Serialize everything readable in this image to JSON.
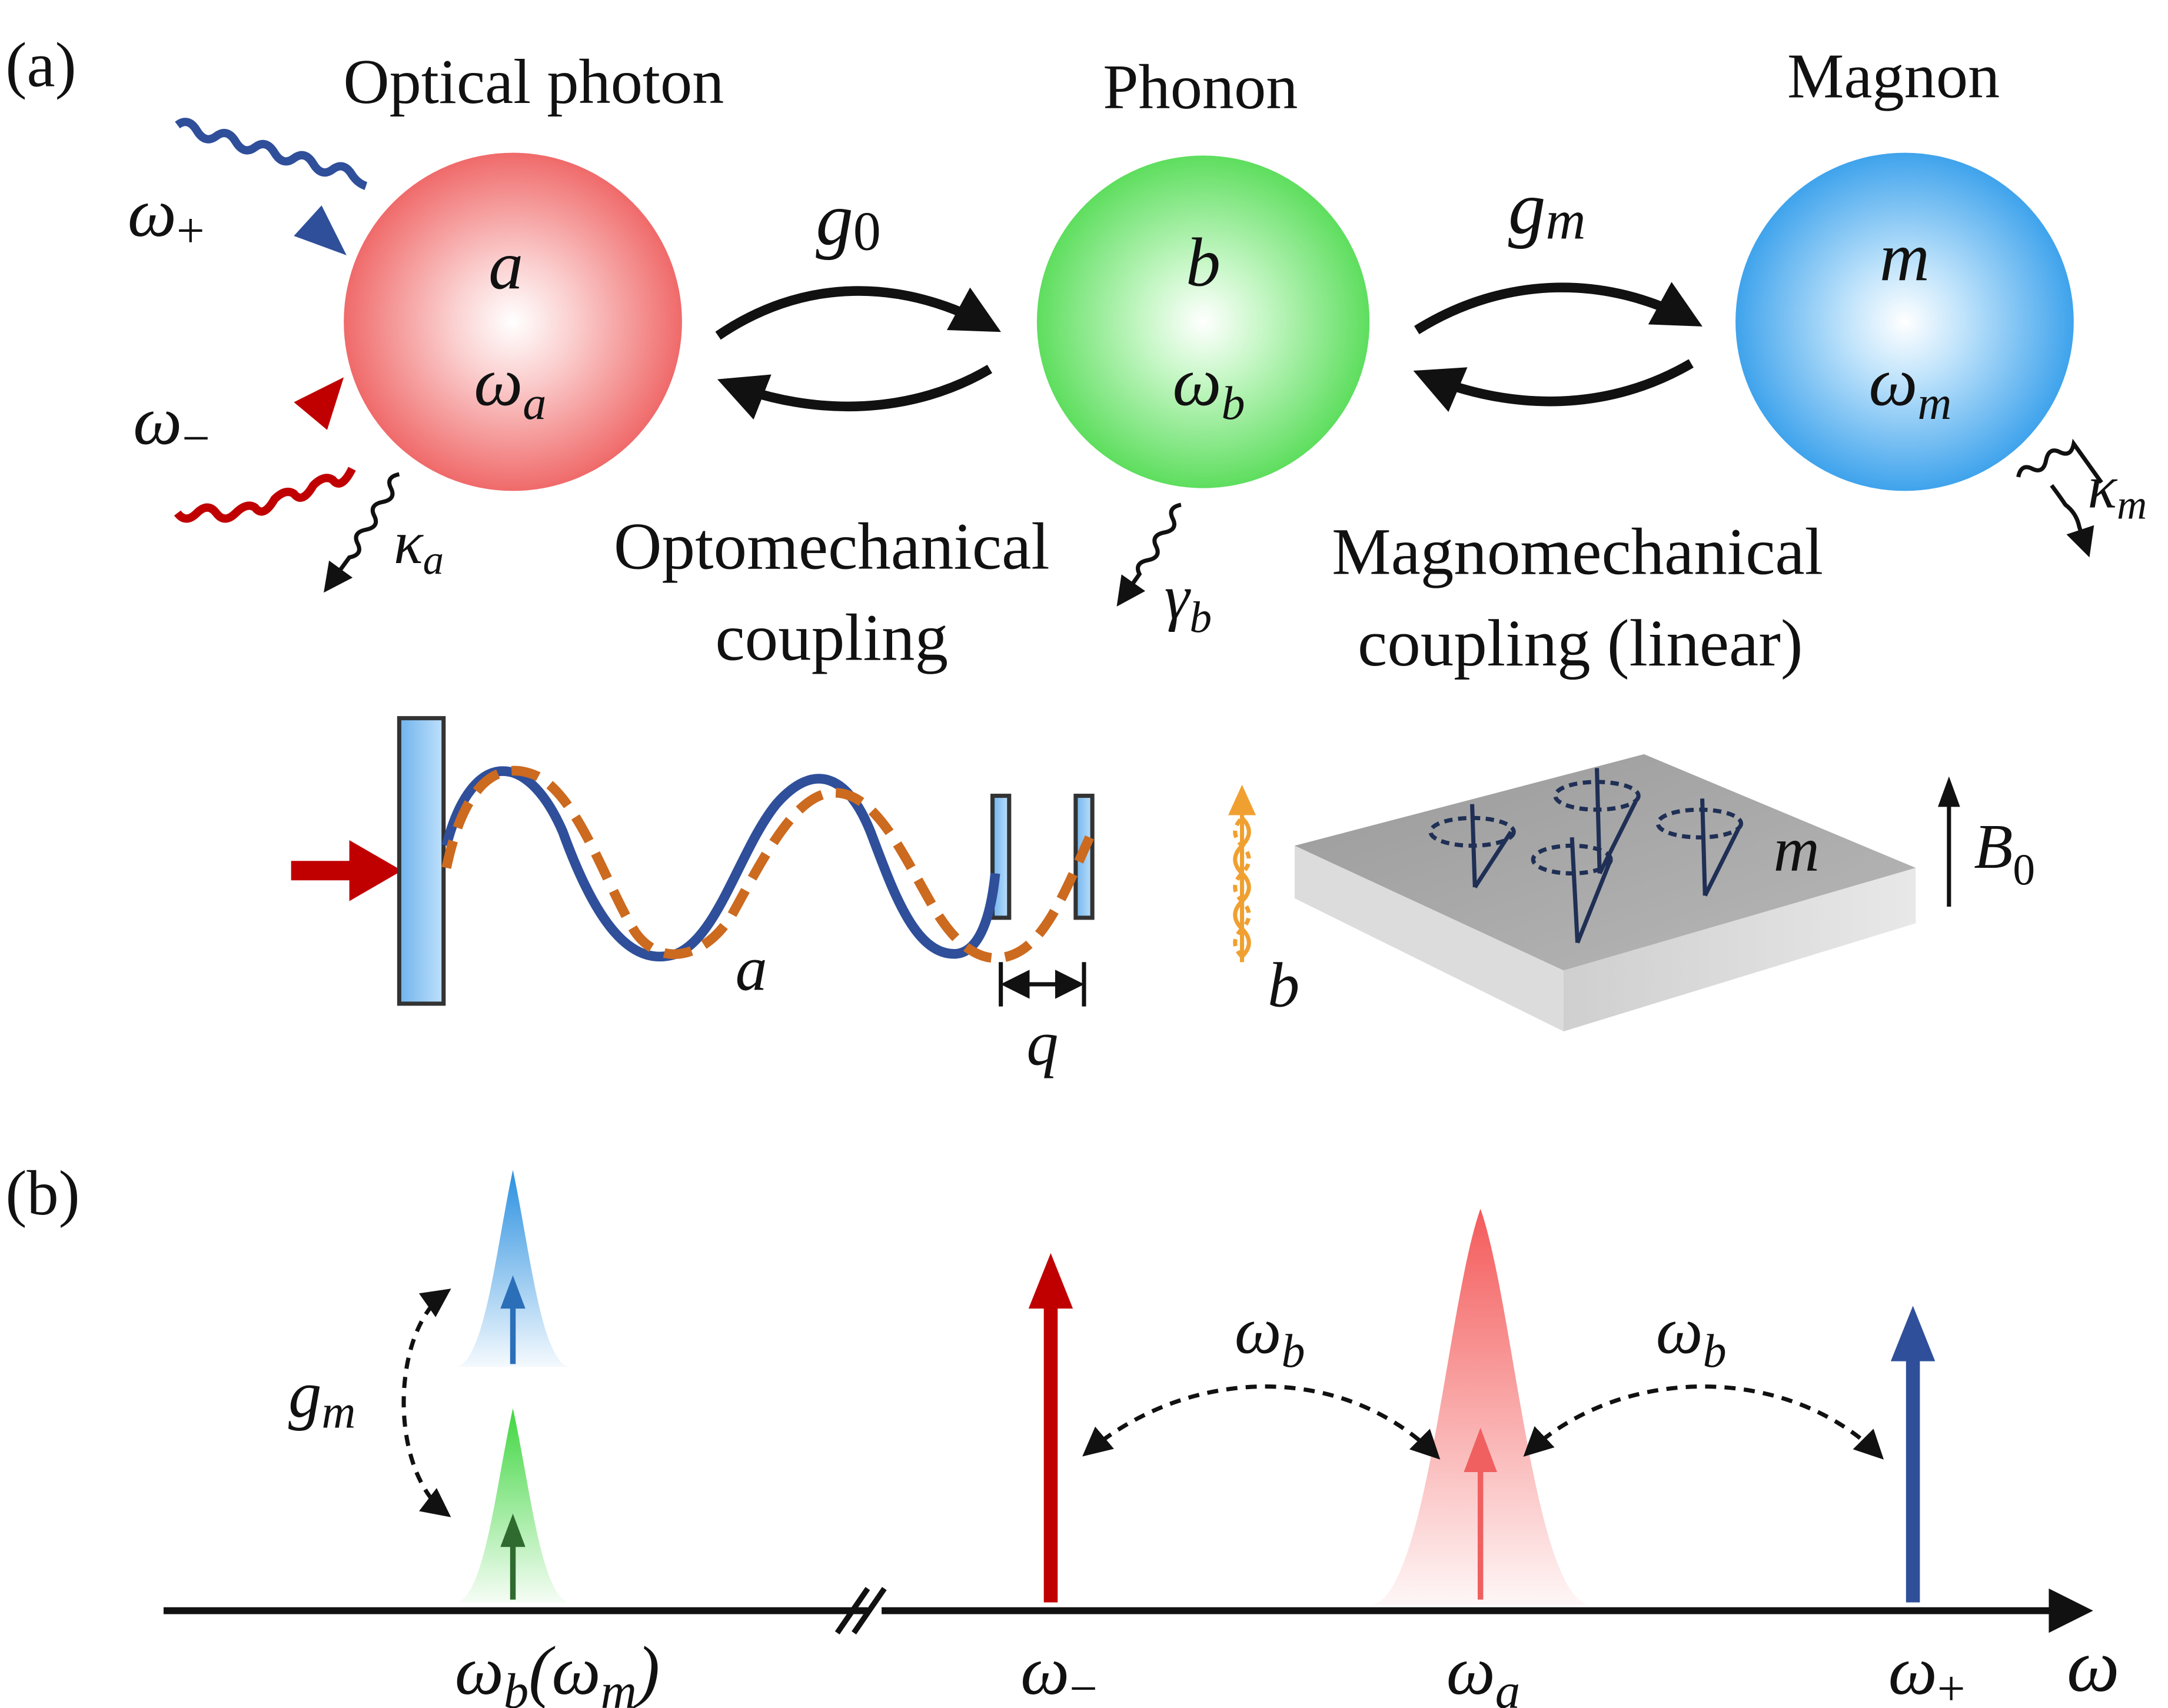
{
  "panel_a": {
    "label": "(a)",
    "modes": [
      {
        "title": "Optical photon",
        "operator": "a",
        "frequency_base": "ω",
        "frequency_sub": "a",
        "loss_base": "κ",
        "loss_sub": "a",
        "color": "#f07070"
      },
      {
        "title": "Phonon",
        "operator": "b",
        "frequency_base": "ω",
        "frequency_sub": "b",
        "loss_base": "γ",
        "loss_sub": "b",
        "color": "#66dd66"
      },
      {
        "title": "Magnon",
        "operator": "m",
        "frequency_base": "ω",
        "frequency_sub": "m",
        "loss_base": "κ",
        "loss_sub": "m",
        "color": "#44aaee"
      }
    ],
    "drives": [
      {
        "base": "ω",
        "sub": "+",
        "color": "#2f4f9a"
      },
      {
        "base": "ω",
        "sub": "−",
        "color": "#c00000"
      }
    ],
    "couplings": [
      {
        "base": "g",
        "sub": "0",
        "line1": "Optomechanical",
        "line2": "coupling"
      },
      {
        "base": "g",
        "sub": "m",
        "line1": "Magnomechanical",
        "line2": "coupling (linear)"
      }
    ],
    "schematic": {
      "cavity_mode": "a",
      "displacement": "q",
      "phonon": "b",
      "magnon": "m",
      "field_base": "B",
      "field_sub": "0"
    }
  },
  "panel_b": {
    "label": "(b)",
    "axis_symbol": "ω",
    "coupling_base": "g",
    "coupling_sub": "m",
    "spacing_base": "ω",
    "spacing_sub": "b",
    "tick_low": {
      "base": "ω",
      "sub1": "b",
      "paren_base": "(ω",
      "sub2": "m",
      "close": ")"
    },
    "tick_minus": {
      "base": "ω",
      "sub": "−",
      "color": "#c00000"
    },
    "tick_a": {
      "base": "ω",
      "sub": "a"
    },
    "tick_plus": {
      "base": "ω",
      "sub": "+",
      "color": "#2f4f9a"
    }
  }
}
